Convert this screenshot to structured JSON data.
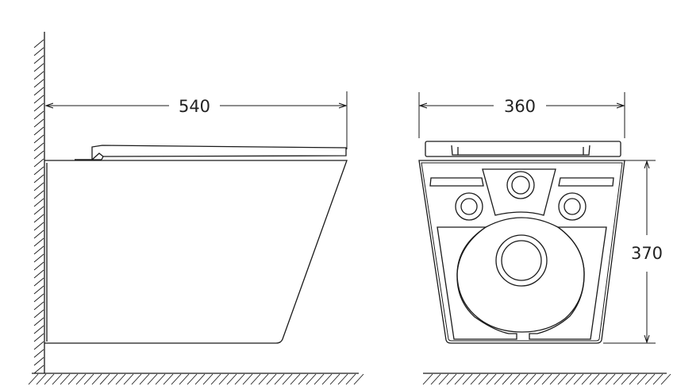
{
  "dimensions": {
    "side_length": "540",
    "front_width": "360",
    "front_height": "370"
  }
}
